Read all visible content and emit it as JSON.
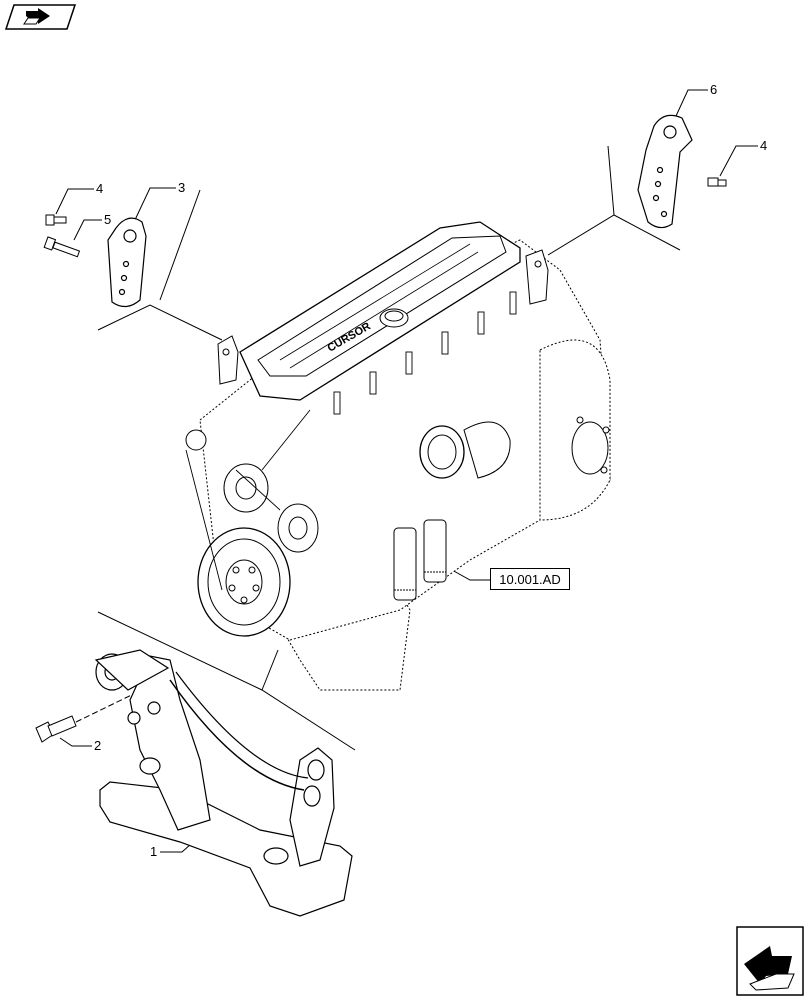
{
  "navigation": {
    "top_icon": "go-back-arrow-icon",
    "bottom_icon": "go-forward-arrow-icon"
  },
  "reference_link": {
    "label": "10.001.AD"
  },
  "callouts": {
    "c1": "1",
    "c2": "2",
    "c3": "3",
    "c4a": "4",
    "c4b": "4",
    "c5": "5",
    "c6": "6"
  },
  "engine_label": "CURSOR"
}
